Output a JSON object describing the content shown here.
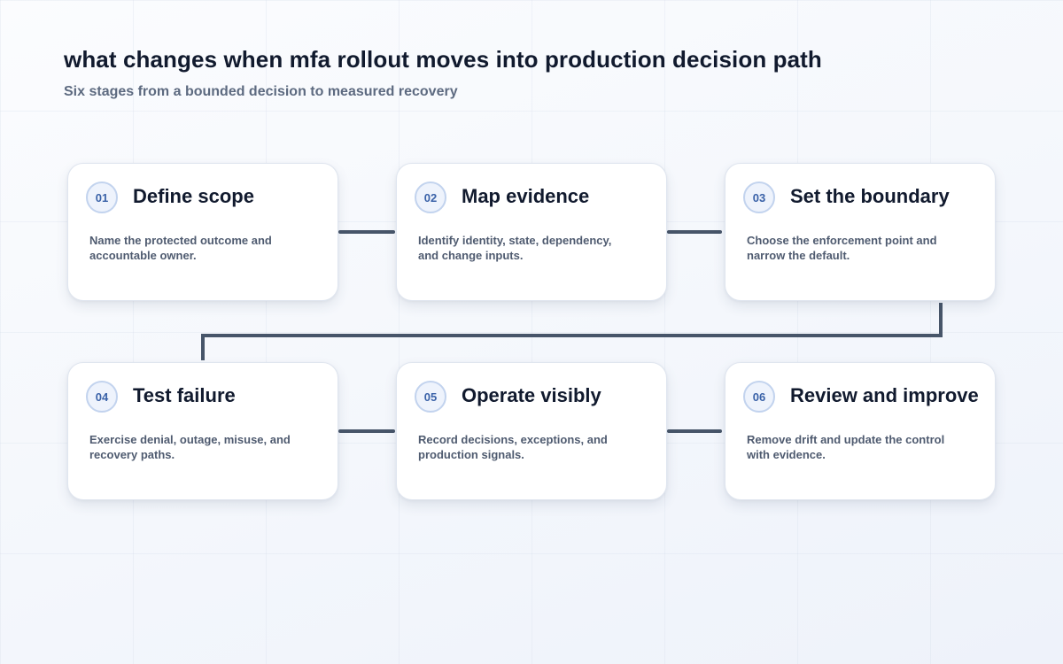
{
  "header": {
    "title": "what changes when mfa rollout moves into production decision path",
    "subtitle": "Six stages from a bounded decision to measured recovery"
  },
  "colors": {
    "connector": "#475569",
    "badge_text": "#3a62a8",
    "badge_border": "#c2d3ee",
    "title_text": "#111a2e",
    "body_text": "#4f5b70"
  },
  "stages": [
    {
      "number": "01",
      "title": "Define scope",
      "description": "Name the protected outcome and accountable owner."
    },
    {
      "number": "02",
      "title": "Map evidence",
      "description": "Identify identity, state, dependency, and change inputs."
    },
    {
      "number": "03",
      "title": "Set the boundary",
      "description": "Choose the enforcement point and narrow the default."
    },
    {
      "number": "04",
      "title": "Test failure",
      "description": "Exercise denial, outage, misuse, and recovery paths."
    },
    {
      "number": "05",
      "title": "Operate visibly",
      "description": "Record decisions, exceptions, and production signals."
    },
    {
      "number": "06",
      "title": "Review and improve",
      "description": "Remove drift and update the control with evidence."
    }
  ]
}
